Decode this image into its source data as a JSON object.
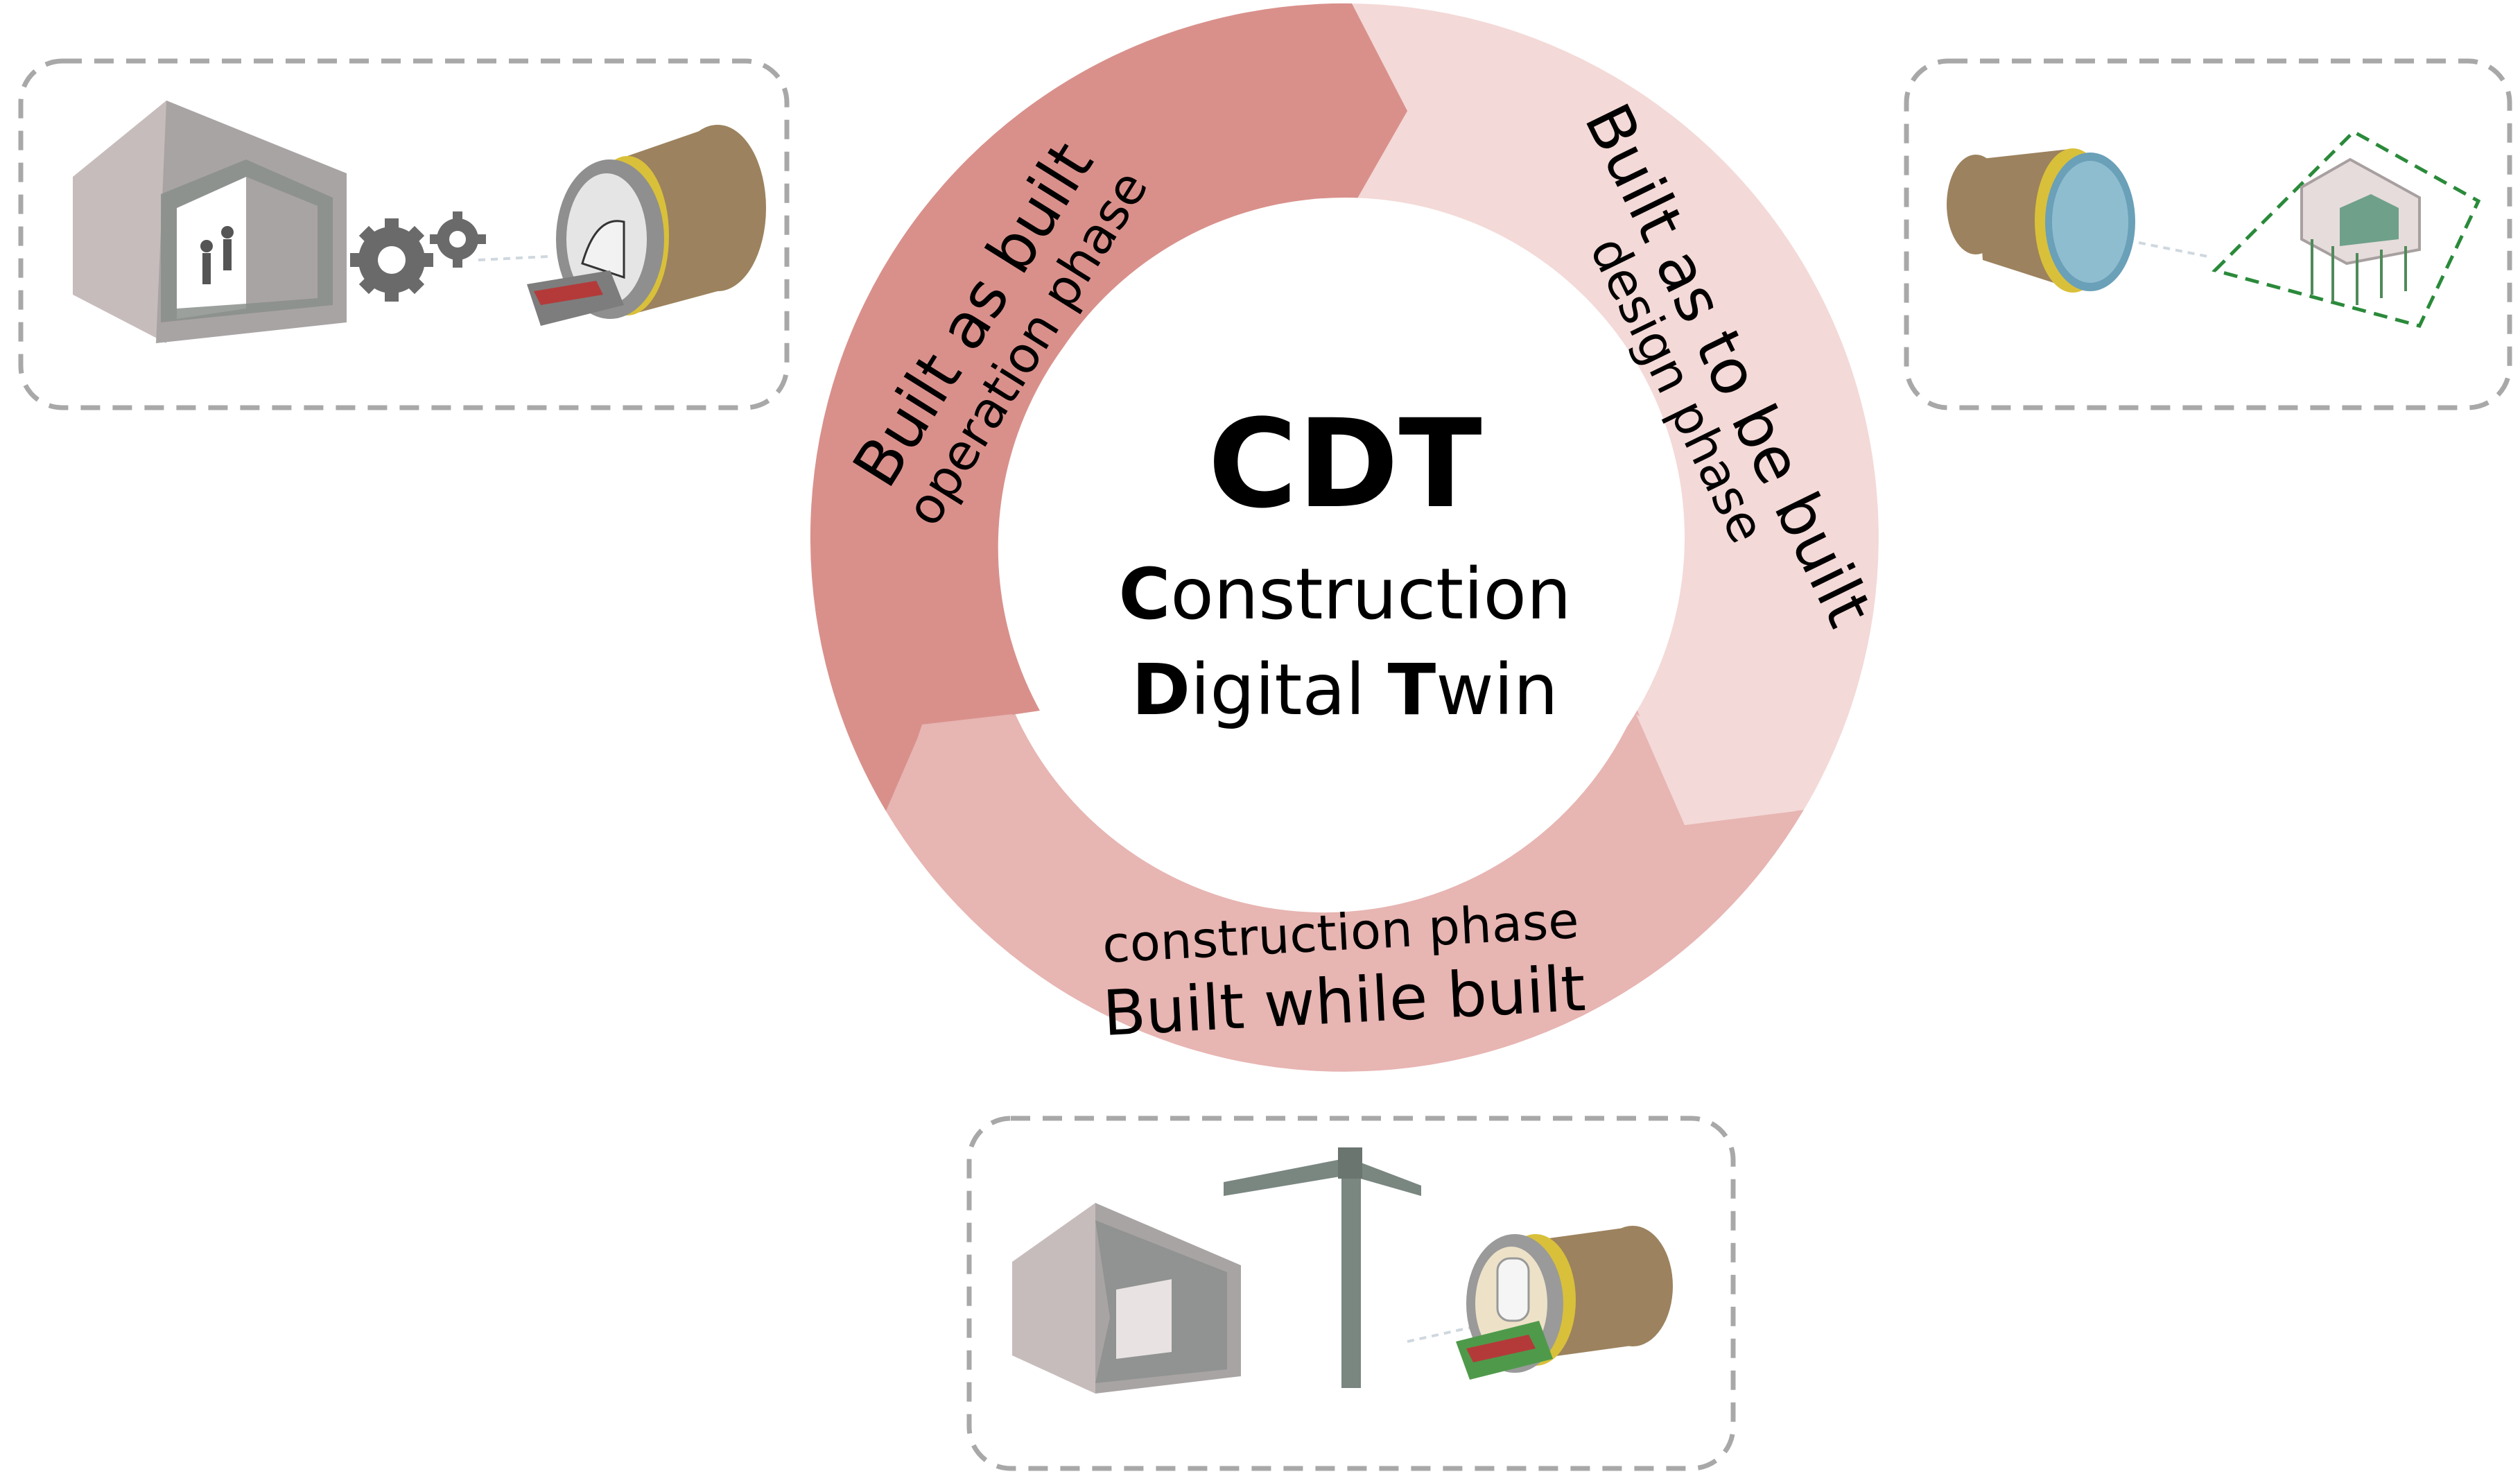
{
  "center": {
    "abbr": "CDT",
    "line1_initial": "C",
    "line1_rest": "onstruction",
    "line2_initial_1": "D",
    "line2_mid": "igital ",
    "line2_initial_2": "T",
    "line2_rest": "win"
  },
  "phases": [
    {
      "id": "operation",
      "title": "Built as built",
      "subtitle": "operation phase",
      "color": "#d9908b"
    },
    {
      "id": "design",
      "title": "Built as to be built",
      "subtitle": "design phase",
      "color": "#f3d9d7"
    },
    {
      "id": "construction",
      "title": "Built while built",
      "subtitle": "construction phase",
      "color": "#e7b5b2"
    }
  ],
  "panels": [
    {
      "id": "operation-illustration",
      "icons": [
        "building-icon",
        "people-icon",
        "gears-icon",
        "tunnel-boring-machine-icon"
      ]
    },
    {
      "id": "design-illustration",
      "icons": [
        "tunnel-segment-icon",
        "building-wireframe-icon"
      ]
    },
    {
      "id": "construction-illustration",
      "icons": [
        "building-icon",
        "crane-icon",
        "tunnel-boring-machine-icon"
      ]
    }
  ],
  "colors": {
    "panel_border": "#a8a8a8",
    "building_front": "#a9a4a4",
    "building_side": "#c7bcbc",
    "building_frame": "#8a8f8c",
    "tunnel_brown": "#9c825e",
    "tunnel_ring": "#d9c03a",
    "gear": "#6a6a6a",
    "wire_green": "#2a8a3a"
  }
}
